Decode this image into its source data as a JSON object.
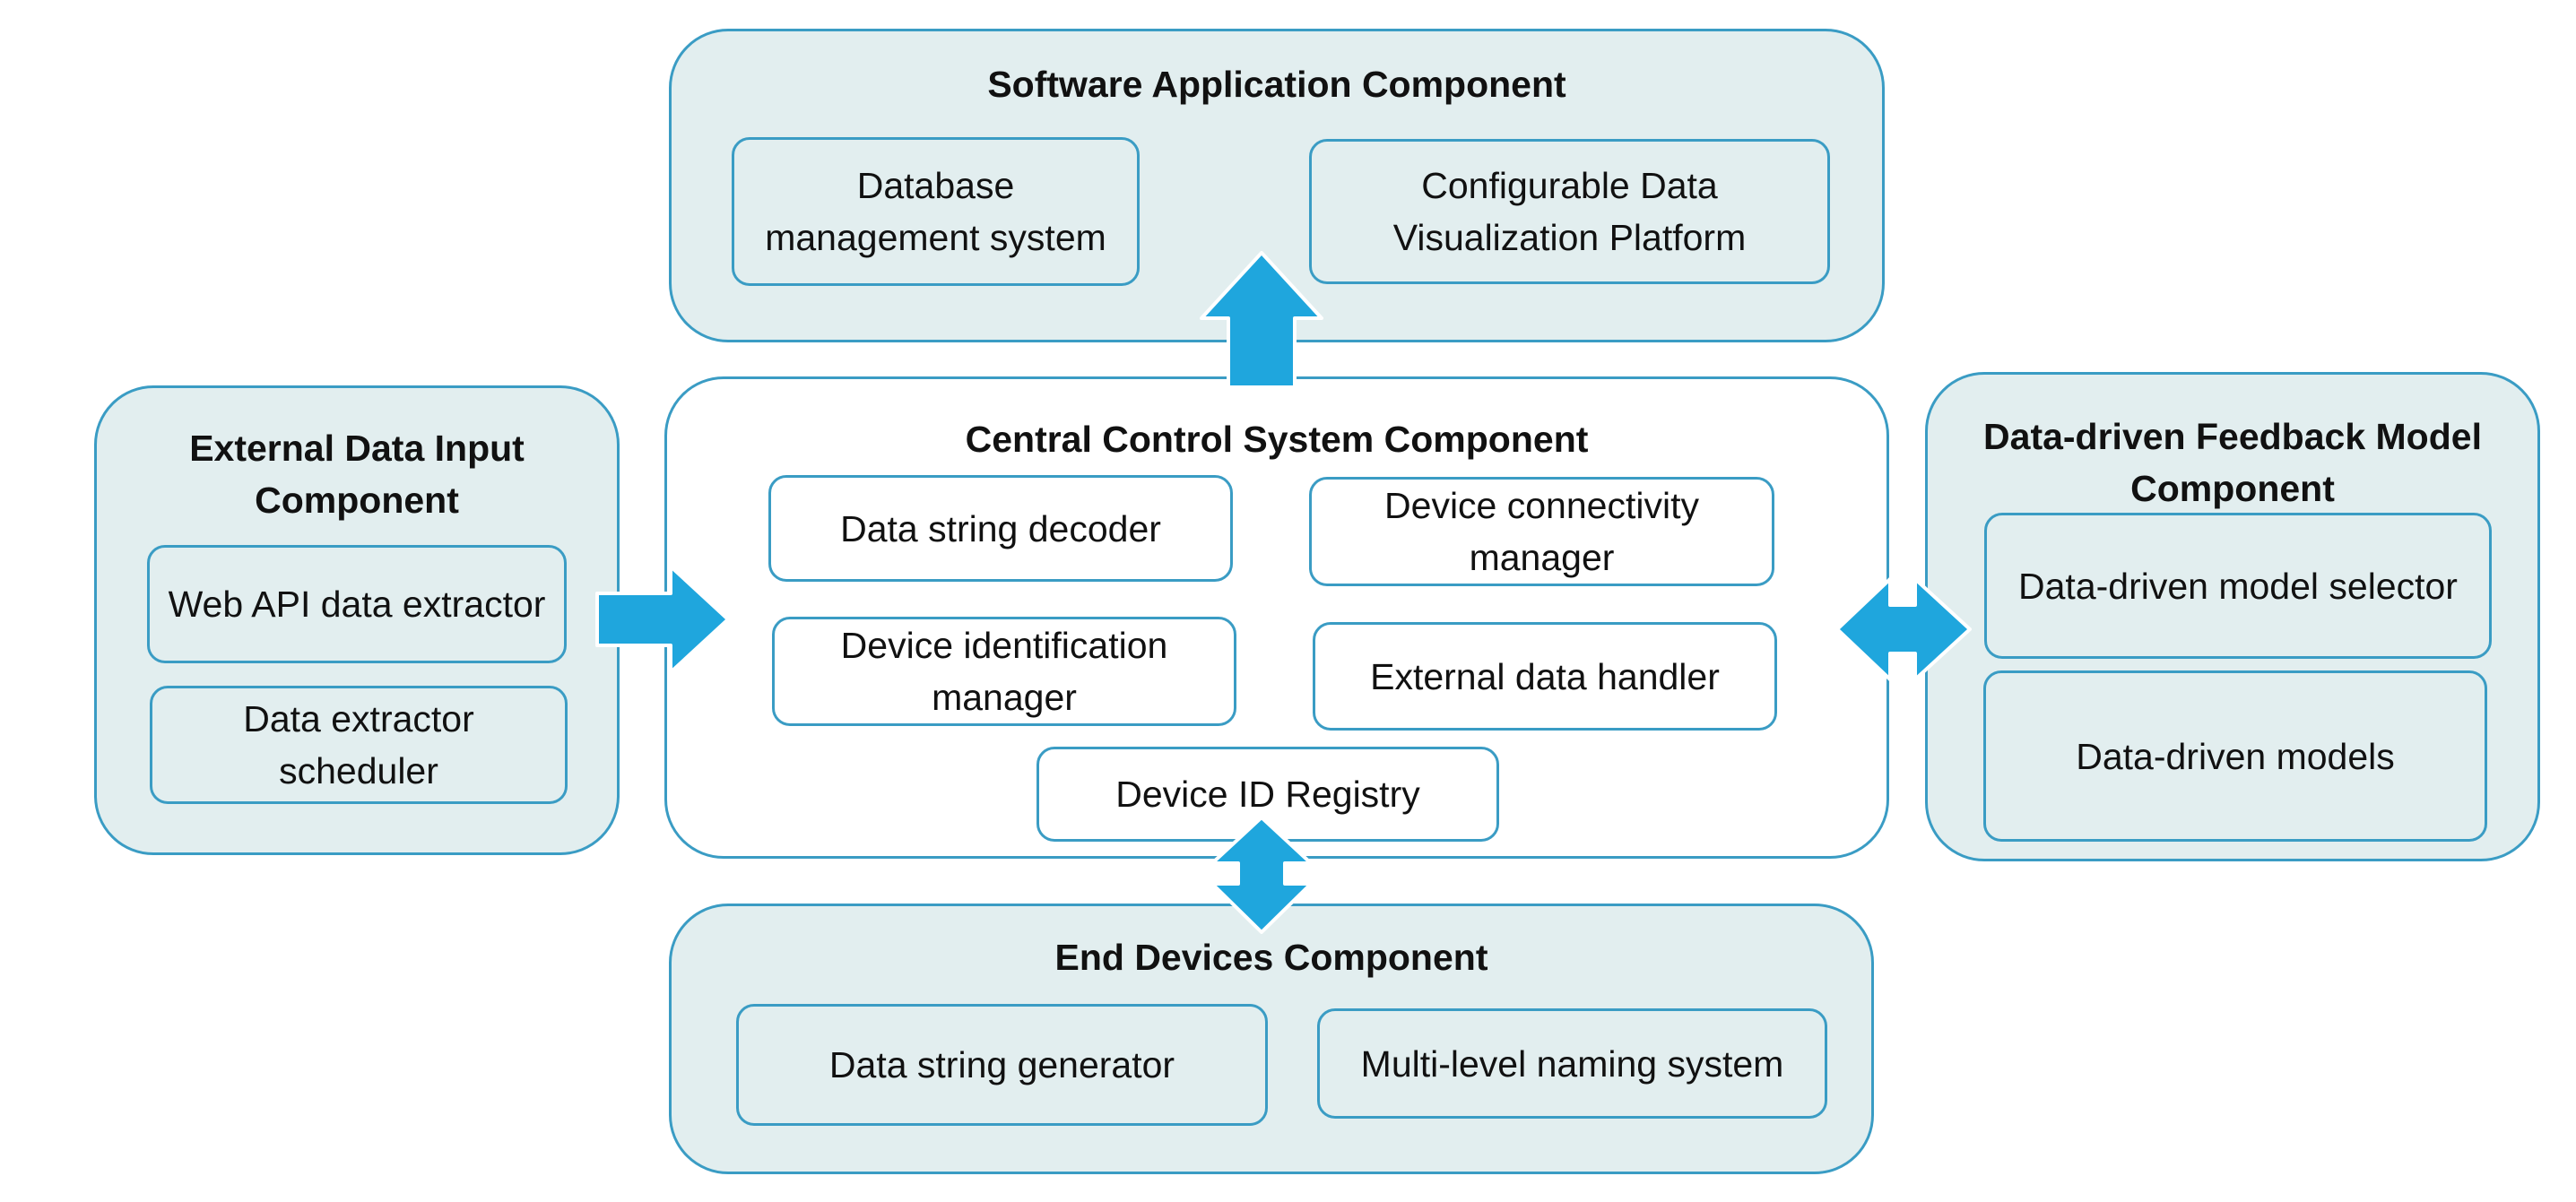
{
  "colors": {
    "fill": "#e2eeef",
    "border": "#3a9cc4",
    "arrow": "#1fa6dd"
  },
  "software": {
    "title": "Software Application Component",
    "database": "Database management system",
    "visualization": "Configurable Data Visualization Platform"
  },
  "central": {
    "title": "Central Control System Component",
    "decoder": "Data string decoder",
    "connectivity": "Device connectivity manager",
    "identification": "Device identification manager",
    "external_handler": "External data handler",
    "registry": "Device ID Registry"
  },
  "external": {
    "title": "External Data Input Component",
    "web_api": "Web API data extractor",
    "scheduler": "Data extractor scheduler"
  },
  "feedback": {
    "title": "Data-driven Feedback Model Component",
    "selector": "Data-driven model selector",
    "models": "Data-driven models"
  },
  "end_devices": {
    "title": "End Devices Component",
    "generator": "Data string generator",
    "naming": "Multi-level naming system"
  }
}
